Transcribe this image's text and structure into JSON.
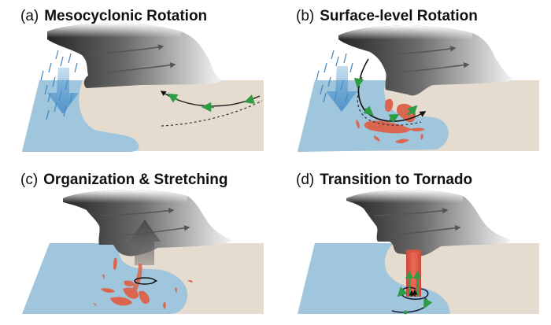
{
  "figure": {
    "panels": [
      {
        "letter": "(a)",
        "title": "Mesocyclonic Rotation"
      },
      {
        "letter": "(b)",
        "title": "Surface-level Rotation"
      },
      {
        "letter": "(c)",
        "title": "Organization & Stretching"
      },
      {
        "letter": "(d)",
        "title": "Transition to Tornado"
      }
    ],
    "colors": {
      "cold_pool": "#9fc6dd",
      "ground": "#e5dccf",
      "vorticity": "#d9674f",
      "flow_arrow": "#2e9b45",
      "cloud_dark": "#2a2a2a",
      "cloud_light": "#f2f2f2",
      "downdraft": "#5aa0d4"
    }
  }
}
